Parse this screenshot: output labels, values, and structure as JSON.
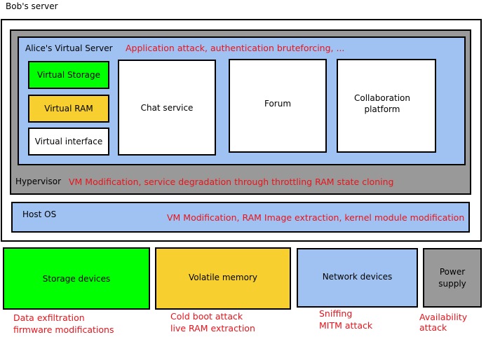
{
  "colors": {
    "border": "#000000",
    "gray": "#999999",
    "blue": "#9fc2f2",
    "green": "#00ff00",
    "yellow": "#f7d030",
    "red_text": "#e8141b",
    "white": "#ffffff"
  },
  "server": {
    "title": "Bob's server"
  },
  "virtual_server": {
    "title": "Alice's Virtual Server",
    "attacks": "Application attack, authentication bruteforcing, ...",
    "virtual_storage": "Virtual Storage",
    "virtual_ram": "Virtual RAM",
    "virtual_interface": "Virtual interface",
    "services": [
      "Chat service",
      "Forum",
      "Collaboration\nplatform"
    ]
  },
  "hypervisor": {
    "title": "Hypervisor",
    "attacks": "VM Modification, service degradation through throttling RAM state cloning"
  },
  "host_os": {
    "title": "Host OS",
    "attacks": "VM Modification, RAM Image extraction, kernel module modification"
  },
  "hardware": [
    {
      "label": "Storage devices",
      "attacks": "Data exfiltration\nfirmware modifications"
    },
    {
      "label": "Volatile memory",
      "attacks": "Cold boot attack\nlive RAM extraction"
    },
    {
      "label": "Network devices",
      "attacks": "Sniffing\nMITM attack"
    },
    {
      "label": "Power\nsupply",
      "attacks": "Availability attack"
    }
  ]
}
